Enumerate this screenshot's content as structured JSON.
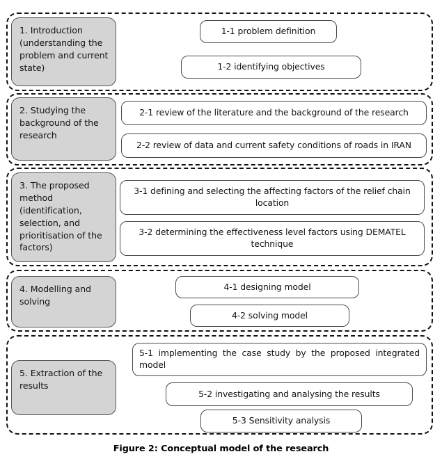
{
  "figure": {
    "caption": "Figure 2: Conceptual model of the research",
    "colors": {
      "stage_fill": "#d4d4d4",
      "stage_border": "#555555",
      "task_fill": "#ffffff",
      "task_border": "#4a4a4a",
      "phase_border": "#111111",
      "text": "#141414",
      "background": "#ffffff"
    }
  },
  "phases": [
    {
      "id": "phase-1",
      "stage_label": "1. Introduction (understanding the problem and current state)",
      "tasks": [
        {
          "id": "1-1",
          "label": "1-1 problem definition"
        },
        {
          "id": "1-2",
          "label": "1-2 identifying objectives"
        }
      ]
    },
    {
      "id": "phase-2",
      "stage_label": "2. Studying the background of the research",
      "tasks": [
        {
          "id": "2-1",
          "label": "2-1 review of the literature and the background of the research"
        },
        {
          "id": "2-2",
          "label": "2-2 review of data and current safety conditions of roads in IRAN"
        }
      ]
    },
    {
      "id": "phase-3",
      "stage_label": "3. The proposed method (identification, selection, and prioritisation of the factors)",
      "tasks": [
        {
          "id": "3-1",
          "label": "3-1 defining and selecting the affecting factors of the relief chain location"
        },
        {
          "id": "3-2",
          "label": "3-2 determining the effectiveness level factors using DEMATEL technique"
        }
      ]
    },
    {
      "id": "phase-4",
      "stage_label": "4. Modelling and solving",
      "tasks": [
        {
          "id": "4-1",
          "label": "4-1 designing model"
        },
        {
          "id": "4-2",
          "label": "4-2 solving model"
        }
      ]
    },
    {
      "id": "phase-5",
      "stage_label": "5. Extraction of the results",
      "tasks": [
        {
          "id": "5-1",
          "label": "5-1 implementing the case study by the proposed integrated model"
        },
        {
          "id": "5-2",
          "label": "5-2 investigating and analysing the results"
        },
        {
          "id": "5-3",
          "label": "5-3 Sensitivity analysis"
        }
      ]
    }
  ]
}
